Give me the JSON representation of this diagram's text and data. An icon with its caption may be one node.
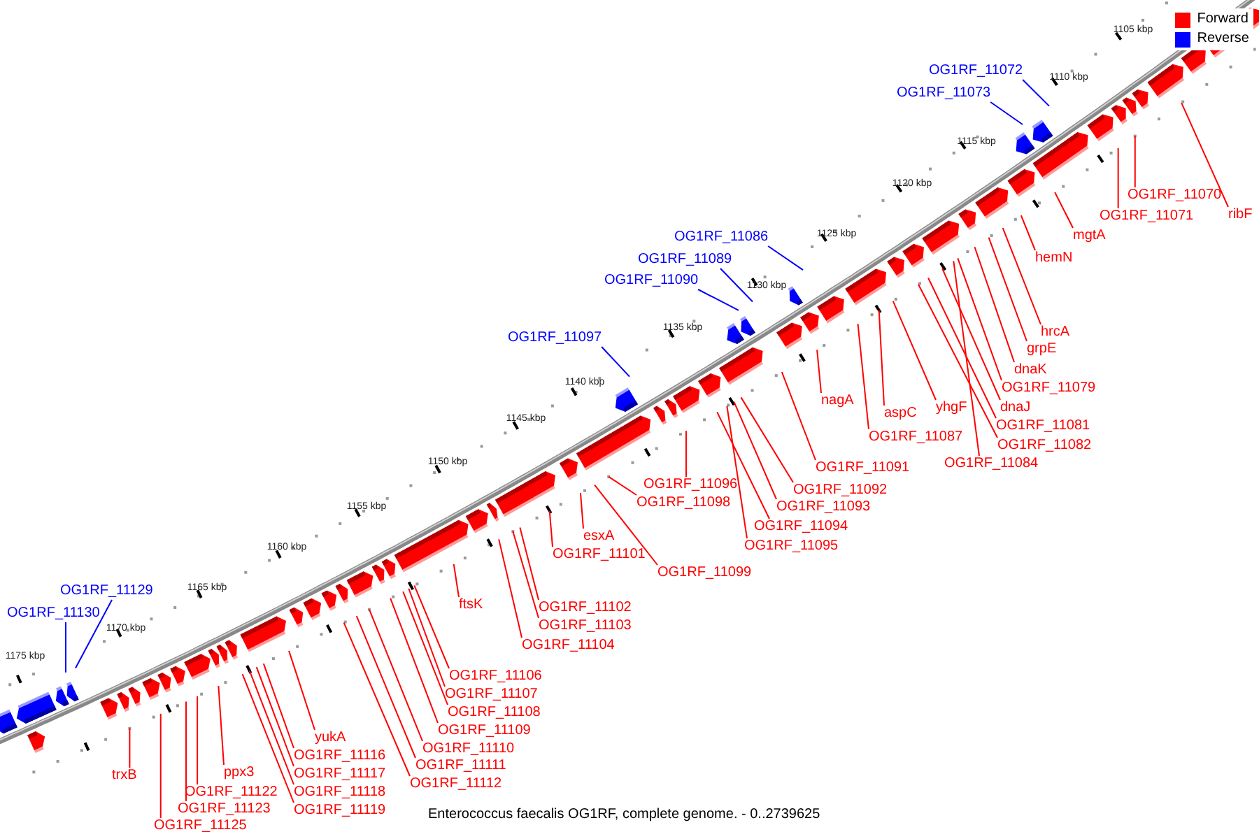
{
  "diagram": {
    "caption": "Enterococcus faecalis OG1RF, complete genome. - 0..2739625",
    "nodes": [
      {
        "text": [
          "OG1RF_11072"
        ]
      },
      {
        "text": [
          "OG1RF_11073"
        ]
      },
      {
        "text": [
          "OG1RF_11070"
        ]
      },
      {
        "text": [
          "ribF"
        ]
      },
      {
        "text": [
          "OG1RF_11071"
        ]
      },
      {
        "text": [
          "mgtA"
        ]
      },
      {
        "text": [
          "OG1RF_11086"
        ]
      },
      {
        "text": [
          "hemN"
        ]
      },
      {
        "text": [
          "OG1RF_11089"
        ]
      },
      {
        "text": [
          "OG1RF_11090"
        ]
      },
      {
        "text": [
          "hrcA"
        ]
      },
      {
        "text": [
          "OG1RF_11097"
        ]
      },
      {
        "text": [
          "grpE"
        ]
      },
      {
        "text": [
          "dnaK"
        ]
      },
      {
        "text": [
          "OG1RF_11079"
        ]
      },
      {
        "text": [
          "nagA"
        ]
      },
      {
        "text": [
          "dnaJ"
        ]
      },
      {
        "text": [
          "yhgF"
        ]
      },
      {
        "text": [
          "aspC"
        ]
      },
      {
        "text": [
          "OG1RF_11081"
        ]
      },
      {
        "text": [
          "OG1RF_11087"
        ]
      },
      {
        "text": [
          "OG1RF_11082"
        ]
      },
      {
        "text": [
          "OG1RF_11084"
        ]
      },
      {
        "text": [
          "OG1RF_11091"
        ]
      },
      {
        "text": [
          "OG1RF_11096"
        ]
      },
      {
        "text": [
          "OG1RF_11092"
        ]
      },
      {
        "text": [
          "OG1RF_11098"
        ]
      },
      {
        "text": [
          "OG1RF_11093"
        ]
      },
      {
        "text": [
          "OG1RF_11094"
        ]
      },
      {
        "text": [
          "esxA"
        ]
      },
      {
        "text": [
          "OG1RF_11095"
        ]
      },
      {
        "text": [
          "OG1RF_11101"
        ]
      },
      {
        "text": [
          "OG1RF_11099"
        ]
      },
      {
        "text": [
          "OG1RF_11129"
        ]
      },
      {
        "text": [
          "ftsK"
        ]
      },
      {
        "text": [
          "OG1RF_11102"
        ]
      },
      {
        "text": [
          "OG1RF_11130"
        ]
      },
      {
        "text": [
          "OG1RF_11103"
        ]
      },
      {
        "text": [
          "OG1RF_11104"
        ]
      },
      {
        "text": [
          "OG1RF_11106"
        ]
      },
      {
        "text": [
          "OG1RF_11107"
        ]
      },
      {
        "text": [
          "OG1RF_11108"
        ]
      },
      {
        "text": [
          "OG1RF_11109"
        ]
      },
      {
        "text": [
          "yukA"
        ]
      },
      {
        "text": [
          "OG1RF_11110"
        ]
      },
      {
        "text": [
          "OG1RF_11116"
        ]
      },
      {
        "text": [
          "OG1RF_11111"
        ]
      },
      {
        "text": [
          "ppx3"
        ]
      },
      {
        "text": [
          "trxB"
        ]
      },
      {
        "text": [
          "OG1RF_11117"
        ]
      },
      {
        "text": [
          "OG1RF_11112"
        ]
      },
      {
        "text": [
          "OG1RF_11122"
        ]
      },
      {
        "text": [
          "OG1RF_11118"
        ]
      },
      {
        "text": [
          "OG1RF_11123"
        ]
      },
      {
        "text": [
          "OG1RF_11119"
        ]
      },
      {
        "text": [
          "OG1RF_11125"
        ]
      }
    ],
    "edges": [
      {
        "from": 0,
        "to": null,
        "arrow": "none",
        "color": "#0000ff"
      },
      {
        "from": 1,
        "to": null,
        "arrow": "none",
        "color": "#0000ff"
      },
      {
        "from": 2,
        "to": null,
        "arrow": "none"
      },
      {
        "from": 3,
        "to": null,
        "arrow": "none"
      },
      {
        "from": 4,
        "to": null,
        "arrow": "none"
      },
      {
        "from": 5,
        "to": null,
        "arrow": "none"
      },
      {
        "from": 6,
        "to": null,
        "arrow": "none",
        "color": "#0000ff"
      },
      {
        "from": 7,
        "to": null,
        "arrow": "none"
      },
      {
        "from": 8,
        "to": null,
        "arrow": "none",
        "color": "#0000ff"
      },
      {
        "from": 9,
        "to": null,
        "arrow": "none",
        "color": "#0000ff"
      },
      {
        "from": 10,
        "to": null,
        "arrow": "none"
      },
      {
        "from": 11,
        "to": null,
        "arrow": "none",
        "color": "#0000ff"
      },
      {
        "from": 12,
        "to": null,
        "arrow": "none"
      },
      {
        "from": 13,
        "to": null,
        "arrow": "none"
      },
      {
        "from": 14,
        "to": null,
        "arrow": "none"
      },
      {
        "from": 15,
        "to": null,
        "arrow": "none"
      },
      {
        "from": 16,
        "to": null,
        "arrow": "none"
      },
      {
        "from": 17,
        "to": null,
        "arrow": "none"
      },
      {
        "from": 18,
        "to": null,
        "arrow": "none"
      },
      {
        "from": 19,
        "to": null,
        "arrow": "none"
      },
      {
        "from": 20,
        "to": null,
        "arrow": "none"
      },
      {
        "from": 21,
        "to": null,
        "arrow": "none"
      },
      {
        "from": 22,
        "to": null,
        "arrow": "none"
      },
      {
        "from": 23,
        "to": null,
        "arrow": "none"
      },
      {
        "from": 24,
        "to": null,
        "arrow": "none"
      },
      {
        "from": 25,
        "to": null,
        "arrow": "none"
      },
      {
        "from": 26,
        "to": null,
        "arrow": "none"
      },
      {
        "from": 27,
        "to": null,
        "arrow": "none"
      },
      {
        "from": 28,
        "to": null,
        "arrow": "none"
      },
      {
        "from": 29,
        "to": null,
        "arrow": "none"
      },
      {
        "from": 30,
        "to": null,
        "arrow": "none"
      },
      {
        "from": 31,
        "to": null,
        "arrow": "none"
      },
      {
        "from": 32,
        "to": null,
        "arrow": "none"
      },
      {
        "from": 33,
        "to": null,
        "arrow": "none",
        "color": "#0000ff"
      },
      {
        "from": 34,
        "to": null,
        "arrow": "none"
      },
      {
        "from": 35,
        "to": null,
        "arrow": "none"
      },
      {
        "from": 36,
        "to": null,
        "arrow": "none",
        "color": "#0000ff"
      },
      {
        "from": 37,
        "to": null,
        "arrow": "none"
      },
      {
        "from": 38,
        "to": null,
        "arrow": "none"
      },
      {
        "from": 39,
        "to": null,
        "arrow": "none"
      },
      {
        "from": 40,
        "to": null,
        "arrow": "none"
      },
      {
        "from": 41,
        "to": null,
        "arrow": "none"
      },
      {
        "from": 42,
        "to": null,
        "arrow": "none"
      },
      {
        "from": 43,
        "to": null,
        "arrow": "none"
      },
      {
        "from": 44,
        "to": null,
        "arrow": "none"
      },
      {
        "from": 45,
        "to": null,
        "arrow": "none"
      },
      {
        "from": 46,
        "to": null,
        "arrow": "none"
      },
      {
        "from": 47,
        "to": null,
        "arrow": "none"
      },
      {
        "from": 48,
        "to": null,
        "arrow": "none"
      },
      {
        "from": 49,
        "to": null,
        "arrow": "none"
      },
      {
        "from": 50,
        "to": null,
        "arrow": "none"
      },
      {
        "from": 51,
        "to": null,
        "arrow": "none"
      },
      {
        "from": 52,
        "to": null,
        "arrow": "none"
      },
      {
        "from": 53,
        "to": null,
        "arrow": "none"
      },
      {
        "from": 54,
        "to": null,
        "arrow": "none"
      },
      {
        "from": 55,
        "to": null,
        "arrow": "none"
      }
    ],
    "labels": [
      "1105 kbp",
      "1110 kbp",
      "1115 kbp",
      "1120 kbp",
      "1125 kbp",
      "1130 kbp",
      "1135 kbp",
      "1140 kbp",
      "1145 kbp",
      "1150 kbp",
      "1155 kbp",
      "1160 kbp",
      "1165 kbp",
      "1170 kbp",
      "1175 kbp"
    ],
    "legend": [
      {
        "text": "Forward",
        "color": "#ff0000"
      },
      {
        "text": "Reverse",
        "color": "#0000ff"
      }
    ]
  }
}
